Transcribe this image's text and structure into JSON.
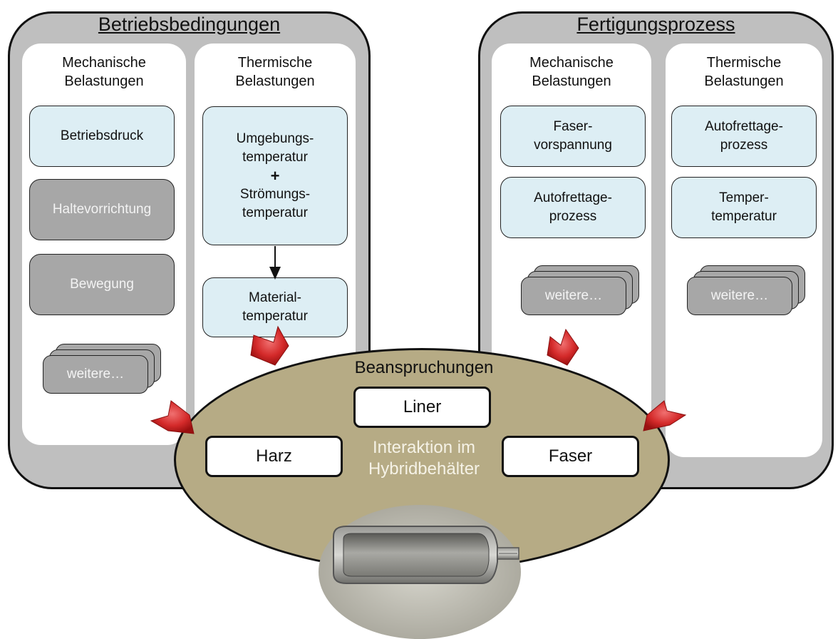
{
  "colors": {
    "frame": "#bfbfbf",
    "column": "#ffffff",
    "box_blue": "#ddeef4",
    "box_grey": "#a7a7a7",
    "ellipse": "#b6ab85",
    "arrow_red": "#cc2222"
  },
  "left_group": {
    "title": "Betriebsbedingungen",
    "mechanical": {
      "title": "Mechanische\nBelastungen",
      "items": [
        "Betriebsdruck",
        "Haltevorrichtung",
        "Bewegung"
      ],
      "more": "weitere…"
    },
    "thermal": {
      "title": "Thermische\nBelastungen",
      "combined_top": "Umgebungs-\ntemperatur",
      "plus": "+",
      "combined_bottom": "Strömungs-\ntemperatur",
      "result": "Material-\ntemperatur"
    }
  },
  "right_group": {
    "title": "Fertigungsprozess",
    "mechanical": {
      "title": "Mechanische\nBelastungen",
      "items": [
        "Faser-\nvorspannung",
        "Autofrettage-\nprozess"
      ],
      "more": "weitere…"
    },
    "thermal": {
      "title": "Thermische\nBelastungen",
      "items": [
        "Autofrettage-\nprozess",
        "Temper-\ntemperatur"
      ],
      "more": "weitere…"
    }
  },
  "center": {
    "title": "Beanspruchungen",
    "liner": "Liner",
    "harz": "Harz",
    "faser": "Faser",
    "interaction": "Interaktion im\nHybridbehälter"
  },
  "icons": {
    "arrows": "red-star-arrow-icon",
    "vessel": "pressure-vessel-photo"
  }
}
